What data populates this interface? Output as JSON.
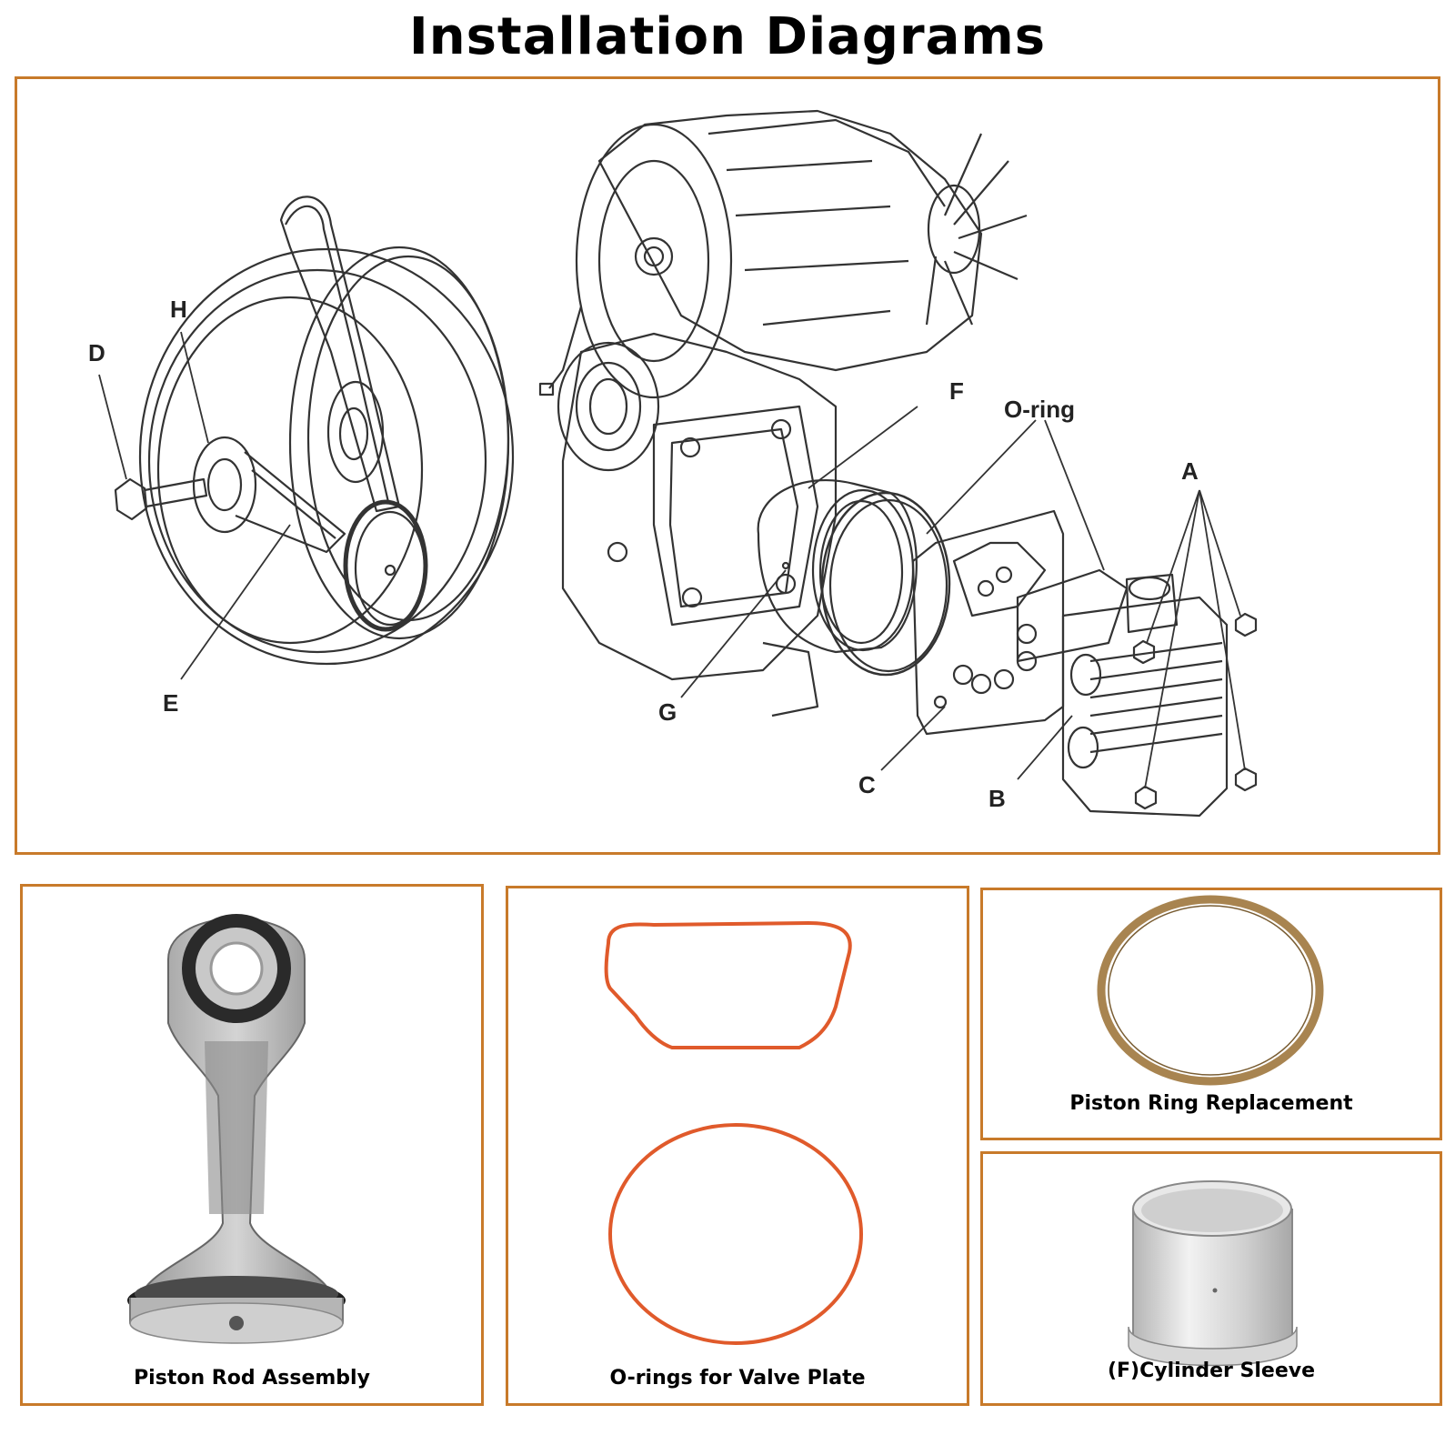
{
  "title": "Installation Diagrams",
  "diagram": {
    "labels": {
      "a": "A",
      "b": "B",
      "c": "C",
      "d": "D",
      "e": "E",
      "f": "F",
      "g": "G",
      "h": "H",
      "oring": "O-ring"
    }
  },
  "parts": {
    "piston_rod": "Piston Rod Assembly",
    "orings": "O-rings for Valve Plate",
    "piston_ring": "Piston Ring Replacement",
    "cylinder_sleeve": "(F)Cylinder Sleeve"
  },
  "colors": {
    "panel_border": "#c87a2a",
    "oring": "#e05a2b",
    "piston_ring": "#a88450",
    "line_art": "#333333"
  }
}
